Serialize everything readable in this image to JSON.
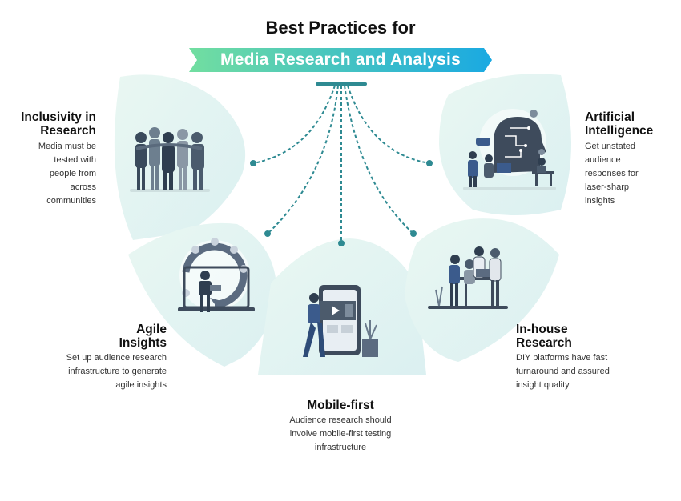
{
  "title": {
    "line1": "Best Practices for",
    "line2": "Media Research and Analysis"
  },
  "colors": {
    "banner_start": "#72dea0",
    "banner_end": "#1aa9e2",
    "connector": "#2e8a92",
    "petal": "#e3f5f1"
  },
  "practices": [
    {
      "id": "inclusivity",
      "heading_lines": [
        "Inclusivity in",
        "Research"
      ],
      "desc_lines": [
        "Media must be",
        "tested with",
        "people from",
        "across",
        "communities"
      ],
      "icon": "group-hug-illustration"
    },
    {
      "id": "agile",
      "heading_lines": [
        "Agile",
        "Insights"
      ],
      "desc_lines": [
        "Set up audience research",
        "infrastructure to generate",
        "agile insights"
      ],
      "icon": "laptop-cycle-illustration"
    },
    {
      "id": "mobile",
      "heading_lines": [
        "Mobile-first"
      ],
      "desc_lines": [
        "Audience research should",
        "involve mobile-first testing",
        "infrastructure"
      ],
      "icon": "phone-video-illustration"
    },
    {
      "id": "inhouse",
      "heading_lines": [
        "In-house",
        "Research"
      ],
      "desc_lines": [
        "DIY platforms have fast",
        "turnaround and assured",
        "insight quality"
      ],
      "icon": "team-meeting-illustration"
    },
    {
      "id": "ai",
      "heading_lines": [
        "Artificial",
        "Intelligence"
      ],
      "desc_lines": [
        "Get unstated",
        "audience",
        "responses for",
        "laser-sharp",
        "insights"
      ],
      "icon": "ai-head-illustration"
    }
  ]
}
